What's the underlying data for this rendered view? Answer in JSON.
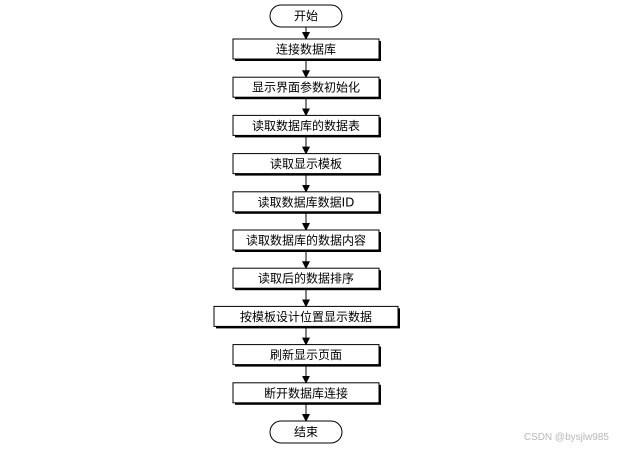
{
  "diagram": {
    "start_label": "开始",
    "steps": [
      "连接数据库",
      "显示界面参数初始化",
      "读取数据库的数据表",
      "读取显示模板",
      "读取数据库数据ID",
      "读取数据库的数据内容",
      "读取后的数据排序",
      "按模板设计位置显示数据",
      "刷新显示页面",
      "断开数据库连接"
    ],
    "end_label": "结束"
  },
  "watermark": "CSDN @bysjlw985",
  "colors": {
    "box_fill": "#ffffff",
    "stroke": "#000000",
    "shadow": "#000000",
    "watermark": "#b8b8b8"
  }
}
